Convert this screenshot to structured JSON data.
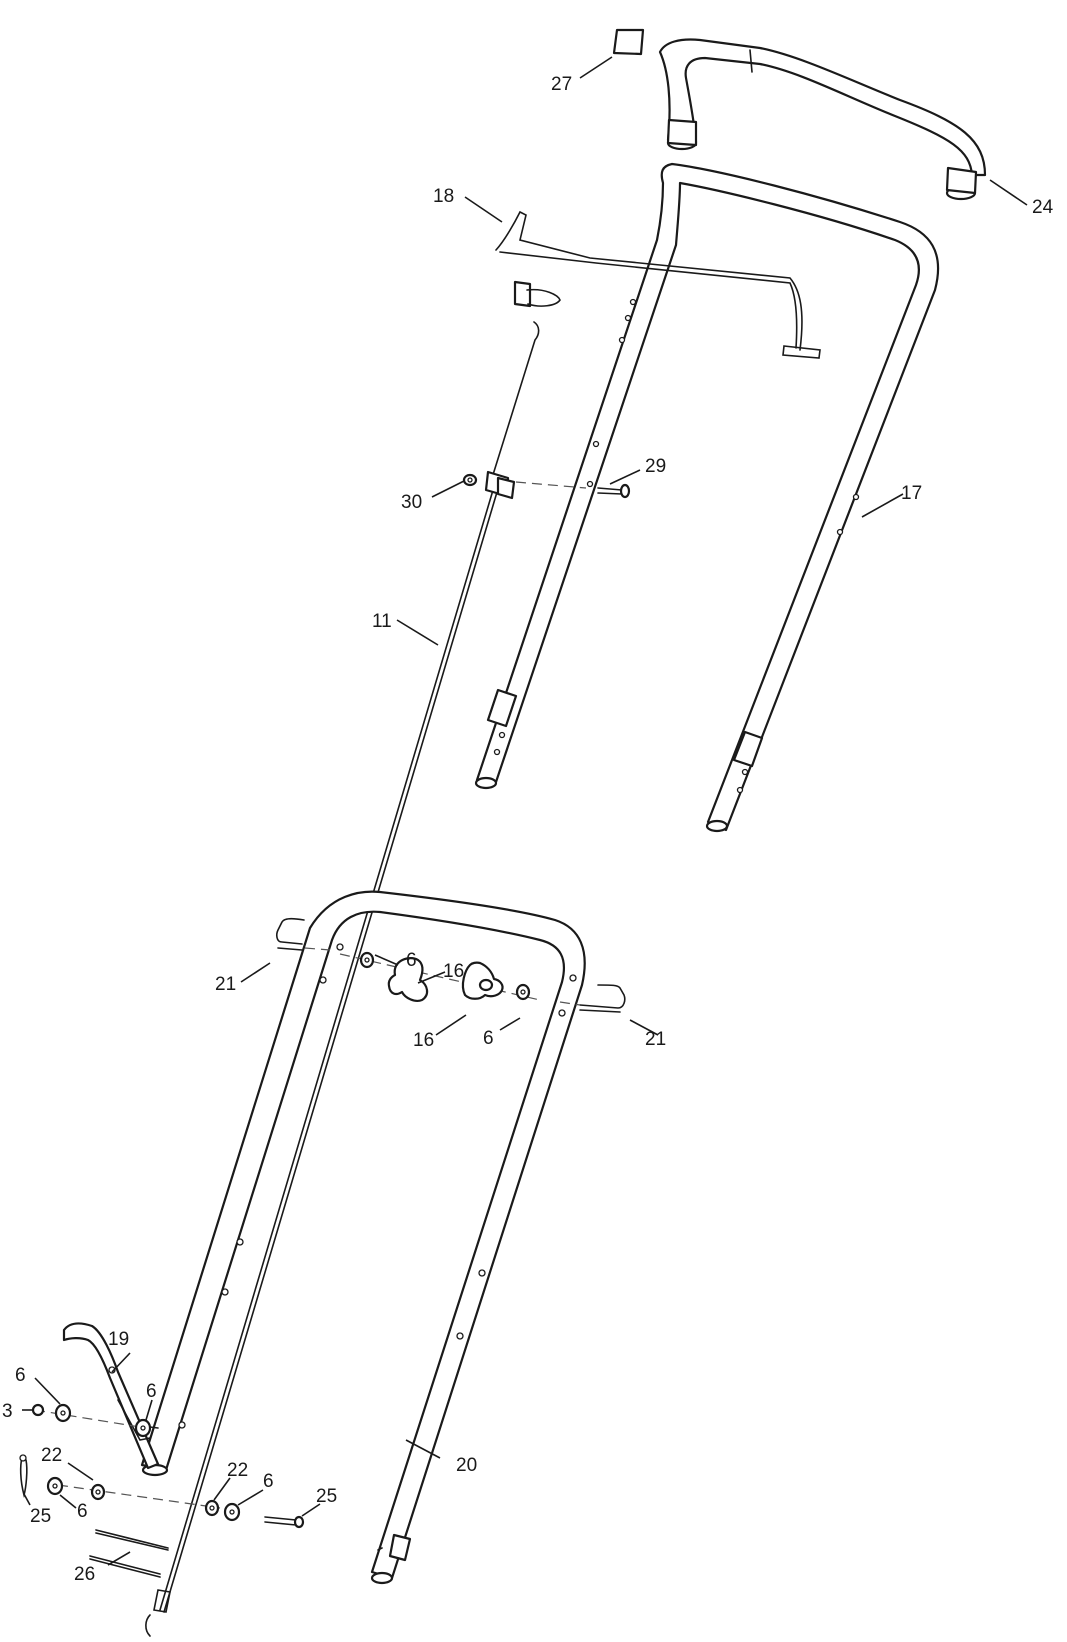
{
  "callouts": {
    "c27": "27",
    "c24": "24",
    "c18": "18",
    "c29": "29",
    "c30": "30",
    "c17": "17",
    "c11": "11",
    "c21_left": "21",
    "c6_top_left": "6",
    "c16_top": "16",
    "c16_bottom": "16",
    "c6_top_right": "6",
    "c21_right": "21",
    "c19": "19",
    "c6_lower_left": "6",
    "c3": "3",
    "c6_lower_mid": "6",
    "c22_left": "22",
    "c25_left": "25",
    "c6_bottom_left": "6",
    "c22_right": "22",
    "c6_bottom_right": "6",
    "c25_right": "25",
    "c20": "20",
    "c26": "26"
  }
}
